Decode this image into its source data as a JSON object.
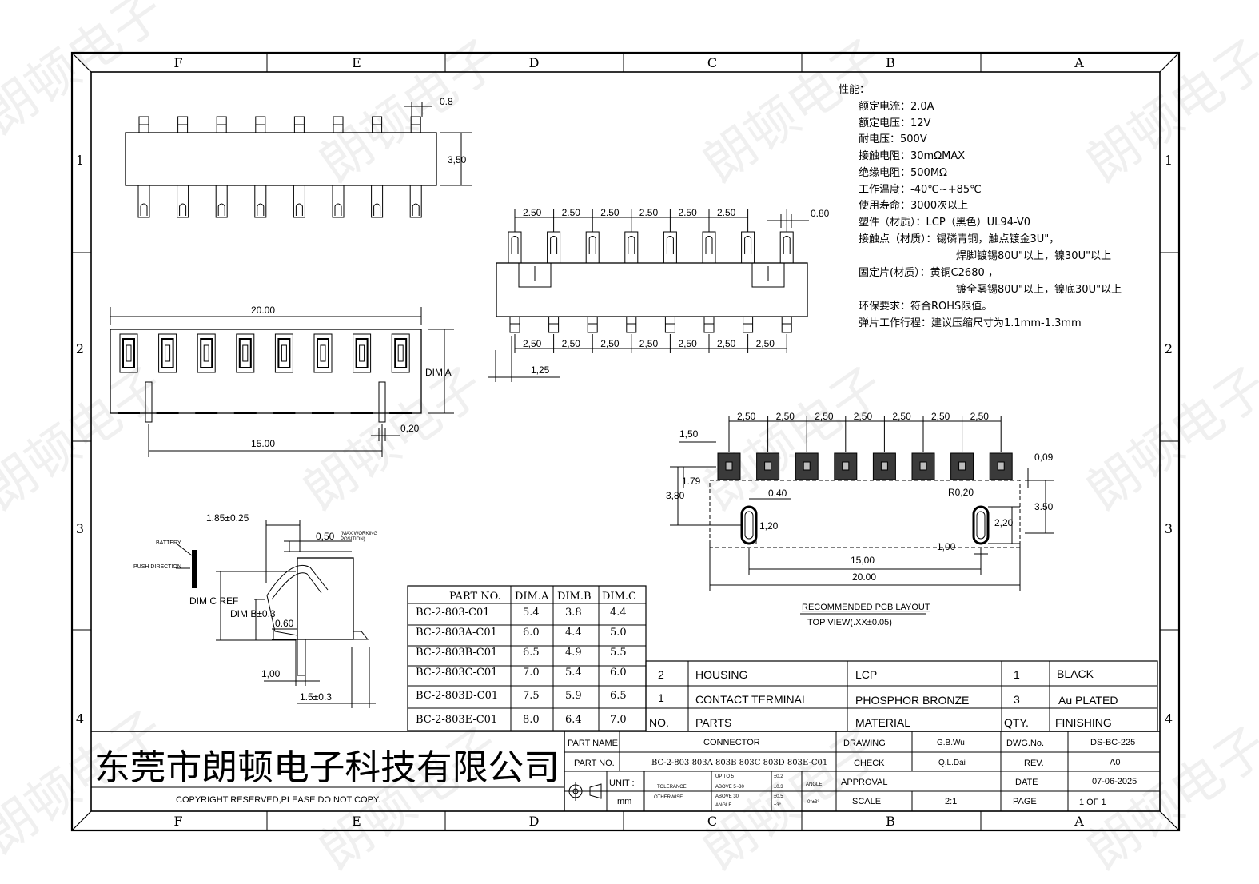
{
  "border": {
    "top_zones": [
      "F",
      "E",
      "D",
      "C",
      "B",
      "A"
    ],
    "bottom_zones": [
      "F",
      "E",
      "D",
      "C",
      "B",
      "A"
    ],
    "left_zones": [
      "1",
      "2",
      "3",
      "4"
    ],
    "right_zones": [
      "1",
      "2",
      "3",
      "4"
    ]
  },
  "watermark": "朗顿电子",
  "specs": {
    "heading": "性能：",
    "lines": [
      "额定电流：2.0A",
      "额定电压：12V",
      "耐电压：500V",
      "接触电阻：30mΩMAX",
      "绝缘电阻：500MΩ",
      "工作温度：-40℃~+85℃",
      "使用寿命：3000次以上",
      "塑件（材质）：LCP（黑色）UL94-V0",
      "接触点（材质）：锡磷青铜，触点镀金3U\"，",
      "焊脚镀锡80U\"以上，镍30U\"以上",
      "固定片(材质）：黄铜C2680 ，",
      "镀全雾锡80U\"以上，镍底30U\"以上",
      "环保要求：符合ROHS限值。",
      "弹片工作行程：建议压缩尺寸为1.1mm-1.3mm"
    ]
  },
  "dims": {
    "top_pin_width": "0.8",
    "top_height": "3,50",
    "pitch": "2.50",
    "pitch_c": "2,50",
    "pin_w_right": "0.80",
    "offset": "1,25",
    "length_20": "20.00",
    "length_15": "15.00",
    "pin_020": "0,20",
    "dim_a": "DIM A",
    "side_185": "1.85±0.25",
    "side_050": "0,50",
    "side_max_working_1": "(MAX WORKING",
    "side_max_working_2": "POSITION)",
    "battery": "BATTERY",
    "push_direction": "PUSH DIRECTION",
    "dim_c_ref": "DIM C REF",
    "dim_b": "DIM B±0.3",
    "side_060": "0.60",
    "side_100": "1,00",
    "side_15": "1.5±0.3",
    "pcb_150": "1,50",
    "pcb_009": "0,09",
    "pcb_179": "1.79",
    "pcb_380": "3,80",
    "pcb_040": "0.40",
    "pcb_r020": "R0,20",
    "pcb_350": "3.50",
    "pcb_120": "1,20",
    "pcb_220": "2,20",
    "pcb_100": "1,00",
    "pcb_1500": "15,00",
    "pcb_2000": "20.00",
    "pcb_title": "RECOMMENDED PCB LAYOUT",
    "pcb_subtitle": "TOP VIEW(.XX±0.05)"
  },
  "part_table": {
    "headers": [
      "PART NO.",
      "DIM.A",
      "DIM.B",
      "DIM.C"
    ],
    "rows": [
      [
        "BC-2-803-C01",
        "5.4",
        "3.8",
        "4.4"
      ],
      [
        "BC-2-803A-C01",
        "6.0",
        "4.4",
        "5.0"
      ],
      [
        "BC-2-803B-C01",
        "6.5",
        "4.9",
        "5.5"
      ],
      [
        "BC-2-803C-C01",
        "7.0",
        "5.4",
        "6.0"
      ],
      [
        "BC-2-803D-C01",
        "7.5",
        "5.9",
        "6.5"
      ],
      [
        "BC-2-803E-C01",
        "8.0",
        "6.4",
        "7.0"
      ]
    ]
  },
  "bom": {
    "rows": [
      [
        "2",
        "HOUSING",
        "LCP",
        "1",
        "BLACK"
      ],
      [
        "1",
        "CONTACT TERMINAL",
        "PHOSPHOR BRONZE",
        "3",
        "Au PLATED"
      ]
    ],
    "headers": [
      "NO.",
      "PARTS",
      "MATERIAL",
      "QTY.",
      "FINISHING"
    ]
  },
  "title_block": {
    "company": "东莞市朗顿电子科技有限公司",
    "copyright": "COPYRIGHT RESERVED,PLEASE DO NOT COPY.",
    "part_name_label": "PART NAME",
    "part_name": "CONNECTOR",
    "part_no_label": "PART NO.",
    "part_no": "BC-2-803 803A 803B 803C 803D 803E-C01",
    "unit_label": "UNIT :",
    "unit": "mm",
    "tolerance_label": "TOLERANCE",
    "otherwise_label": "OTHERWISE",
    "tol_rows": [
      [
        "UP TO 5",
        "±0.2"
      ],
      [
        "ABOVE 5~30",
        "±0.3"
      ],
      [
        "ABOVE 30",
        "±0.5"
      ],
      [
        "ANGLE",
        "±3°"
      ]
    ],
    "angle_label": "ANGLE",
    "angle_value": "0°±3°",
    "drawing_label": "DRAWING",
    "drawing": "G.B.Wu",
    "check_label": "CHECK",
    "check": "Q.L.Dai",
    "approval_label": "APPROVAL",
    "scale_label": "SCALE",
    "scale": "2:1",
    "dwg_label": "DWG.No.",
    "dwg": "DS-BC-225",
    "rev_label": "REV.",
    "rev": "A0",
    "date_label": "DATE",
    "date": "07-06-2025",
    "page_label": "PAGE",
    "page": "1 OF 1"
  }
}
